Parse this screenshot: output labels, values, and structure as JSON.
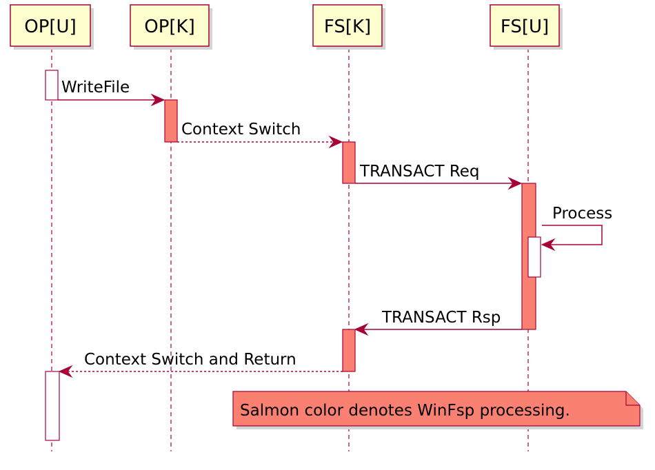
{
  "participants": [
    {
      "id": "opu",
      "label": "OP[U]"
    },
    {
      "id": "opk",
      "label": "OP[K]"
    },
    {
      "id": "fsk",
      "label": "FS[K]"
    },
    {
      "id": "fsu",
      "label": "FS[U]"
    }
  ],
  "messages": [
    {
      "id": "m1",
      "label": "WriteFile",
      "from": "opu",
      "to": "opk",
      "style": "solid"
    },
    {
      "id": "m2",
      "label": "Context Switch",
      "from": "opk",
      "to": "fsk",
      "style": "dashed"
    },
    {
      "id": "m3",
      "label": "TRANSACT Req",
      "from": "fsk",
      "to": "fsu",
      "style": "solid"
    },
    {
      "id": "m4",
      "label": "Process",
      "from": "fsu",
      "to": "fsu",
      "style": "solid"
    },
    {
      "id": "m5",
      "label": "TRANSACT Rsp",
      "from": "fsu",
      "to": "fsk",
      "style": "solid"
    },
    {
      "id": "m6",
      "label": "Context Switch and Return",
      "from": "fsk",
      "to": "opu",
      "style": "dashed"
    }
  ],
  "note": {
    "text": "Salmon color denotes WinFsp processing."
  },
  "colors": {
    "participant_fill": "#FEFECE",
    "border": "#A80036",
    "salmon": "#FA8072",
    "white": "#FFFFFF"
  }
}
